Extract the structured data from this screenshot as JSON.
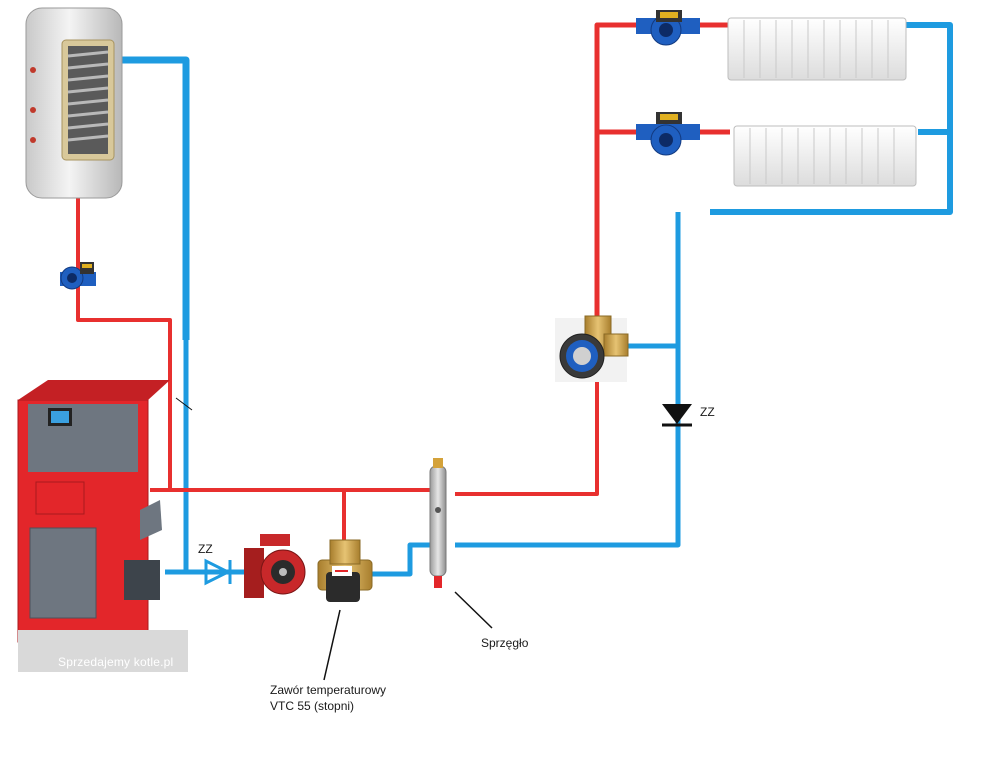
{
  "labels": {
    "check_valve_left": "ZZ",
    "check_valve_right": "ZZ",
    "coupler": "Sprzęgło",
    "temp_valve_line1": "Zawór temperaturowy",
    "temp_valve_line2": "VTC 55 (stopni)",
    "watermark": "Sprzedajemy kotle.pl"
  },
  "colors": {
    "hot": "#e8302f",
    "cold": "#1e9be0",
    "boiler": "#e3262a",
    "pump_blue": "#1f5fc0",
    "brass": "#c9a24a"
  }
}
